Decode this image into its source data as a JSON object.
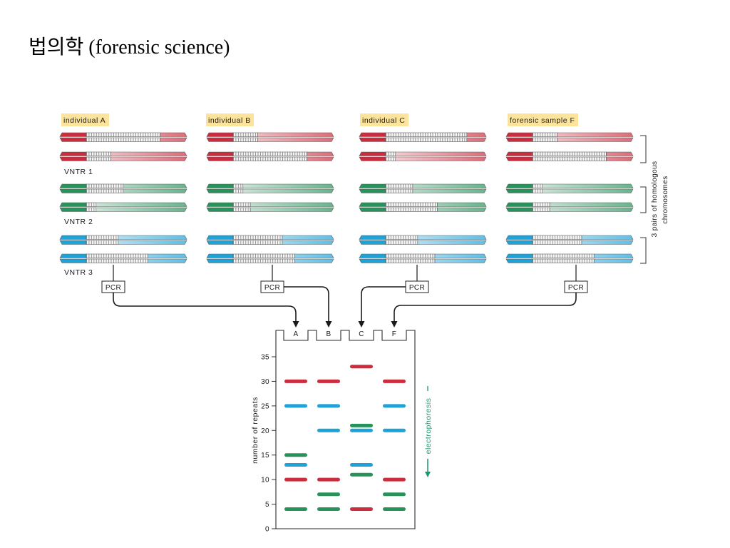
{
  "title": "법의학 (forensic science)",
  "colors": {
    "vntr1": "#cc2d3e",
    "vntr2": "#27935a",
    "vntr3": "#1fa2d8",
    "label_bg": "#fce49c",
    "electrophoresis": "#17996b"
  },
  "samples": [
    {
      "label": "individual A",
      "vntr_repeats": [
        [
          30,
          10
        ],
        [
          15,
          4
        ],
        [
          13,
          25
        ]
      ]
    },
    {
      "label": "individual B",
      "vntr_repeats": [
        [
          10,
          30
        ],
        [
          4,
          7
        ],
        [
          20,
          25
        ]
      ]
    },
    {
      "label": "individual C",
      "vntr_repeats": [
        [
          33,
          4
        ],
        [
          11,
          21
        ],
        [
          13,
          20
        ]
      ]
    },
    {
      "label": "forensic sample F",
      "vntr_repeats": [
        [
          10,
          30
        ],
        [
          4,
          7
        ],
        [
          20,
          25
        ]
      ]
    }
  ],
  "vntr_labels": [
    "VNTR 1",
    "VNTR 2",
    "VNTR 3"
  ],
  "homologous_label": [
    "3 pairs of homologous",
    "chromosomes"
  ],
  "pcr_label": "PCR",
  "gel": {
    "lanes": [
      "A",
      "B",
      "C",
      "F"
    ],
    "ylabel": "number of repeats",
    "y_ticks": [
      0,
      5,
      10,
      15,
      20,
      25,
      30,
      35
    ],
    "ylim": [
      0,
      35
    ],
    "direction_label": "electrophoresis"
  }
}
